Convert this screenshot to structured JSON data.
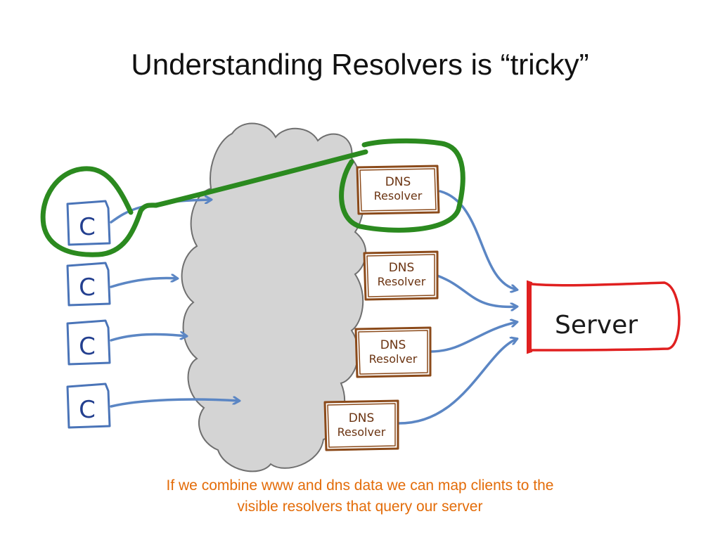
{
  "slide": {
    "title": "Understanding Resolvers is “tricky”"
  },
  "clients": [
    {
      "label": "C"
    },
    {
      "label": "C"
    },
    {
      "label": "C"
    },
    {
      "label": "C"
    }
  ],
  "resolvers": [
    {
      "line1": "DNS",
      "line2": "Resolver"
    },
    {
      "line1": "DNS",
      "line2": "Resolver"
    },
    {
      "line1": "DNS",
      "line2": "Resolver"
    },
    {
      "line1": "DNS",
      "line2": "Resolver"
    }
  ],
  "server": {
    "label": "Server"
  },
  "caption": {
    "line1": "If we combine www and dns data we can map clients to the",
    "line2": "visible resolvers that query our server"
  },
  "colors": {
    "client_box": "#4a74b8",
    "arrow": "#5b86c4",
    "cloud_fill": "#d4d4d4",
    "cloud_stroke": "#6f6f6f",
    "resolver_box": "#8b4a1a",
    "server_box": "#e02020",
    "highlight": "#2b8a1f",
    "caption_text": "#e36c09",
    "title_text": "#111111"
  }
}
